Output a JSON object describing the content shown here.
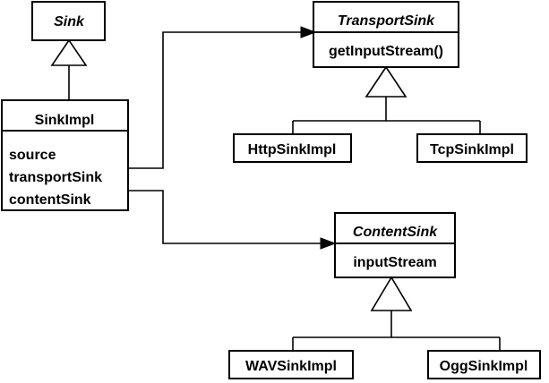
{
  "diagram": {
    "title": "Sink class hierarchy UML diagram",
    "type": "uml-class-diagram",
    "background_color": "#ffffff",
    "line_color": "#000000",
    "classes": {
      "sink": {
        "name": "Sink",
        "stereotype": "abstract",
        "members": []
      },
      "sink_impl": {
        "name": "SinkImpl",
        "stereotype": "concrete",
        "attributes": [
          "source",
          "transportSink",
          "contentSink"
        ]
      },
      "transport_sink": {
        "name": "TransportSink",
        "stereotype": "abstract",
        "members": [
          "getInputStream()"
        ]
      },
      "content_sink": {
        "name": "ContentSink",
        "stereotype": "abstract",
        "members": [
          "inputStream"
        ]
      },
      "http_sink_impl": {
        "name": "HttpSinkImpl",
        "stereotype": "concrete",
        "members": []
      },
      "tcp_sink_impl": {
        "name": "TcpSinkImpl",
        "stereotype": "concrete",
        "members": []
      },
      "wav_sink_impl": {
        "name": "WAVSinkImpl",
        "stereotype": "concrete",
        "members": []
      },
      "ogg_sink_impl": {
        "name": "OggSinkImpl",
        "stereotype": "concrete",
        "members": []
      }
    },
    "relationships": [
      {
        "kind": "generalization",
        "from": "SinkImpl",
        "to": "Sink"
      },
      {
        "kind": "generalization",
        "from": "HttpSinkImpl",
        "to": "TransportSink"
      },
      {
        "kind": "generalization",
        "from": "TcpSinkImpl",
        "to": "TransportSink"
      },
      {
        "kind": "generalization",
        "from": "WAVSinkImpl",
        "to": "ContentSink"
      },
      {
        "kind": "generalization",
        "from": "OggSinkImpl",
        "to": "ContentSink"
      },
      {
        "kind": "association",
        "from": "SinkImpl.transportSink",
        "to": "TransportSink"
      },
      {
        "kind": "association",
        "from": "SinkImpl.contentSink",
        "to": "ContentSink"
      }
    ]
  }
}
